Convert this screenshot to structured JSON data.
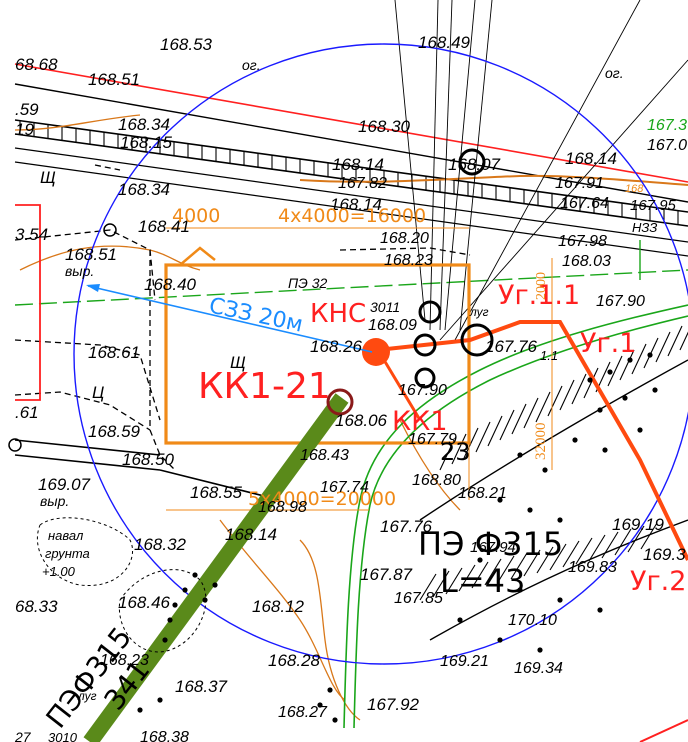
{
  "colors": {
    "circle": "#1a1aff",
    "orange": "#f08a18",
    "red_orange": "#ff4a10",
    "red": "#ff2020",
    "green": "#1aa61a",
    "olive": "#5a8a1a",
    "cyan_line": "#1a8cff",
    "dark_red": "#8a1a1a"
  },
  "labels": {
    "v16853": "168.53",
    "v16849": "168.49",
    "og1": "ог.",
    "og2": "ог.",
    "v6868": "68.68",
    "v16851a": "168.51",
    "v59": ".59",
    "v19": "19",
    "v16834a": "168.34",
    "v16815": "168.15",
    "v16830": "168.30",
    "v1673": "167.3",
    "v1670": "167.0",
    "v16814a": "168.14",
    "v16807": "168.07",
    "v16814b": "168.14",
    "shch1": "Щ",
    "v16834b": "168.34",
    "v16782": "167.82",
    "v16814c": "168.14",
    "v16791": "167.91",
    "v168": "168",
    "v16764": "167.64",
    "v16795": "167.95",
    "v3_54": "3.54",
    "v16841": "168.41",
    "v4000": "4000",
    "v4x4000": "4x4000=16000",
    "v16820": "168.20",
    "v16798": "167.98",
    "nz": "НЗЗ",
    "v16851b": "168.51",
    "vyr1": "выр.",
    "v16823": "168.23",
    "v16803": "168.03",
    "pe32": "ПЭ 32",
    "v16840": "168.40",
    "v16790": "167.90",
    "ug11": "Уг.1.1",
    "szz": "СЗЗ 20м",
    "kns": "КНС",
    "n3011": "3011",
    "v16809": "168.09",
    "lug1": "луг",
    "v2000": "2000",
    "v16861": "168.61",
    "v16826": "168.26",
    "v16776": "167.76",
    "v1_1": "1.1",
    "ug1": "Уг.1",
    "u1": "Ц",
    "shch2": "Щ",
    "kk121": "КК1-21",
    "v16790b": "167.90",
    "v61": ".61",
    "v16806": "168.06",
    "kk1": "КК1",
    "v16859": "168.59",
    "v16779": "167.79",
    "v32000": "32000",
    "v23": "23",
    "v16850": "168.50",
    "v16843": "168.43",
    "v16907": "169.07",
    "vyr2": "выр.",
    "v16880": "168.80",
    "v16855": "168.55",
    "v5x4000": "5x4000=20000",
    "v16774": "167.74",
    "v16898": "168.98",
    "v16821": "168.21",
    "v16814d": "168.14",
    "pe315": "ПЭ Ф315",
    "v16919": "169.19",
    "v16776b": "167.76",
    "naval": "навал",
    "grunta": "грунта",
    "plus100": "+1.00",
    "v16832": "168.32",
    "v16794": "167.94",
    "v1693": "169.3",
    "v16883": "169.83",
    "ug2": "Уг.2",
    "l43": "L=43",
    "v16787": "167.87",
    "v16833": "68.33",
    "v16846": "168.46",
    "v16812": "168.12",
    "v16785": "167.85",
    "v17010": "170.10",
    "v16823b": "168.23",
    "v16828": "168.28",
    "v16921": "169.21",
    "v16934": "169.34",
    "v16837": "168.37",
    "pe315b": "ПЭФ315",
    "n341": "341",
    "lug2": "луг",
    "v16827": "168.27",
    "v16792": "167.92",
    "n3010": "3010",
    "v16838": "168.38",
    "n27": "27"
  }
}
